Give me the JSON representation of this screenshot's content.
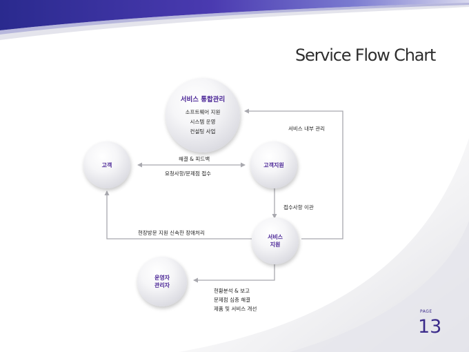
{
  "title": "Service Flow Chart",
  "nodes": {
    "integrated": {
      "title": "서비스 통합관리",
      "items": [
        "소프트웨어 지원",
        "시스템 운영",
        "컨설팅 사업"
      ]
    },
    "customer": {
      "label": "고객"
    },
    "customer_support": {
      "label": "고객지원"
    },
    "service_support": {
      "label1": "서비스",
      "label2": "지원"
    },
    "operator": {
      "label1": "운영자",
      "label2": "관리자"
    }
  },
  "edges": {
    "internal_mgmt": "서비스 내부 관리",
    "resolve_feedback": "해결 & 피드백",
    "request_receipt": "요청사항/문제점 접수",
    "transfer": "접수사항 이관",
    "onsite": "현장방문 지원 신속한 장애처리",
    "report": [
      "현황분석 & 보고",
      "문제점 심층 해결",
      "제품 및 서비스 개선"
    ]
  },
  "page": {
    "label": "PAGE",
    "number": "13"
  },
  "colors": {
    "accent": "#4a2596",
    "line": "#a8a8ae",
    "band": "#3a2a8a"
  }
}
